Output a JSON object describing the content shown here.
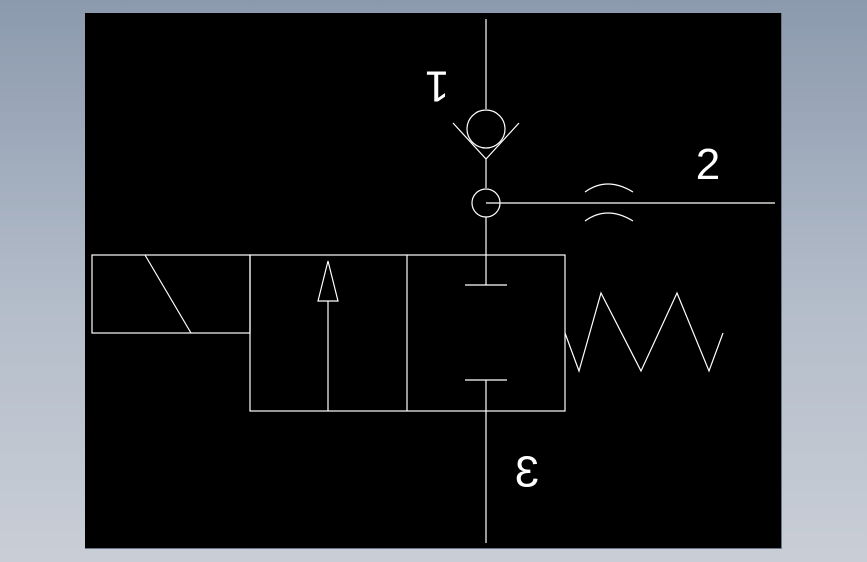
{
  "diagram": {
    "ports": {
      "port_1": "1",
      "port_2": "2",
      "port_3": "3"
    },
    "colors": {
      "background": "#000000",
      "stroke": "#ffffff",
      "frame": "#a0aab8"
    }
  }
}
